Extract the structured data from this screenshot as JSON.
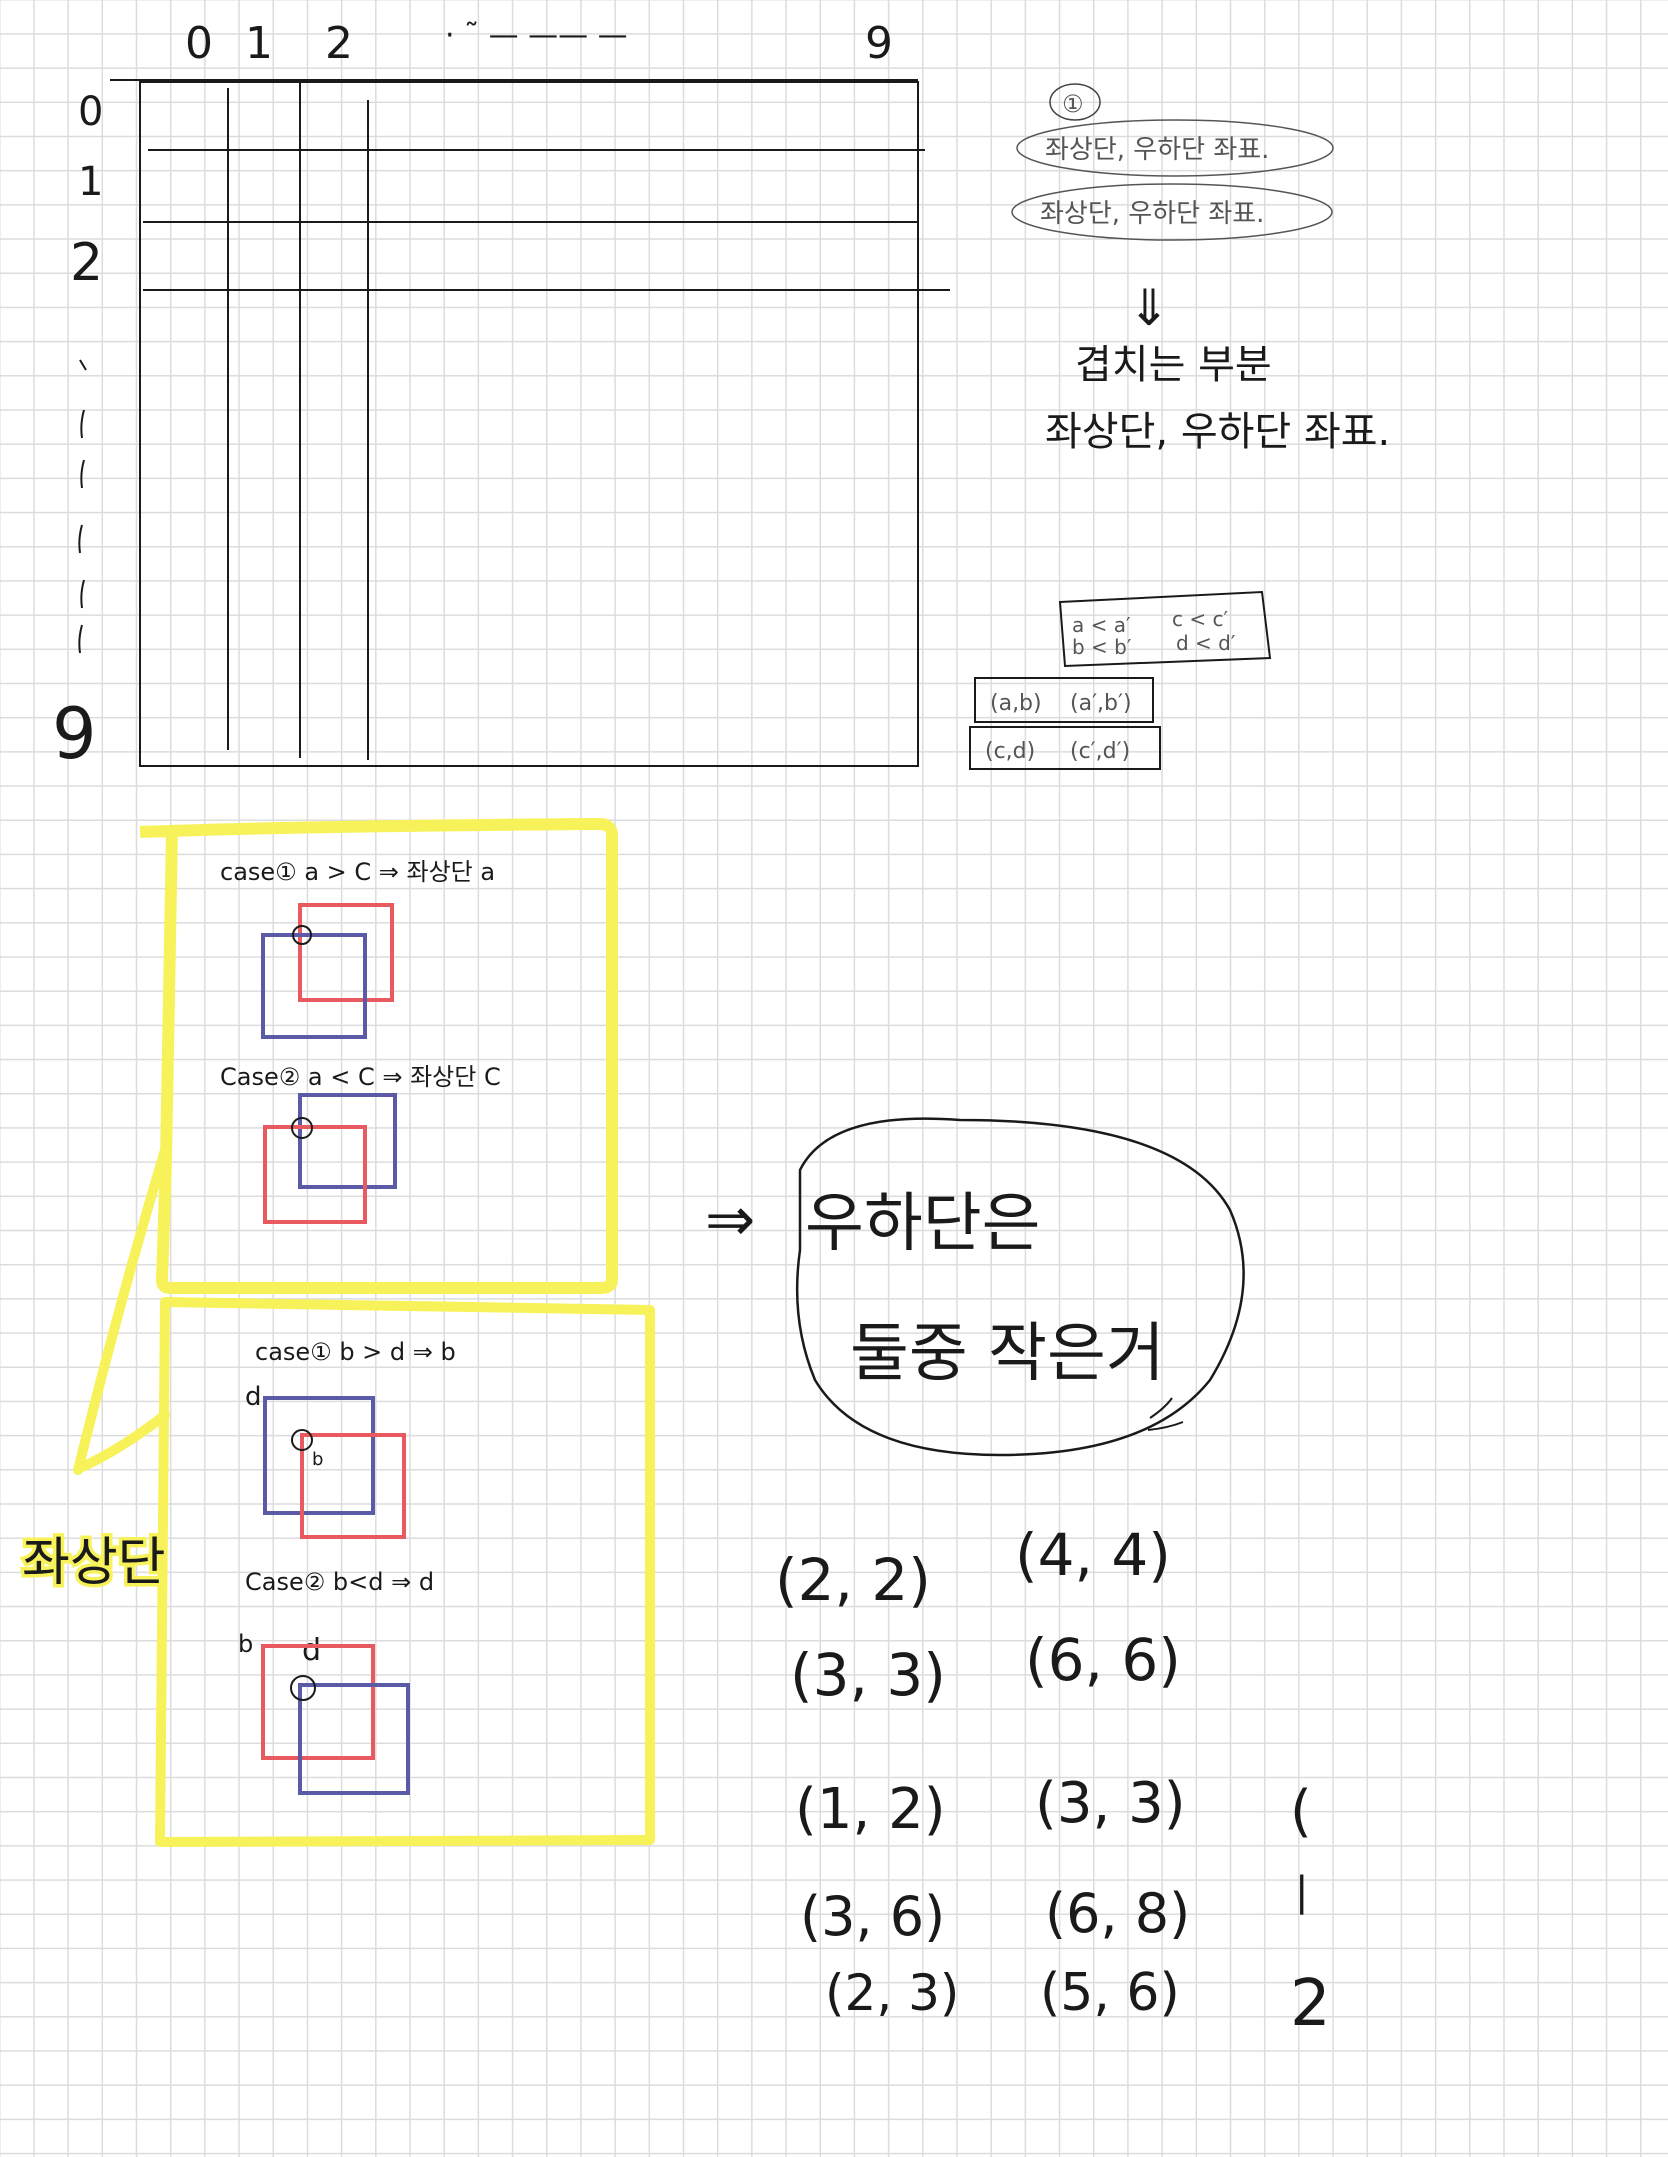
{
  "grid": {
    "col_labels": [
      "0",
      "1",
      "2",
      "9"
    ],
    "col_dots": "· ˜  — —— —",
    "row_labels": [
      "0",
      "1",
      "2",
      "9"
    ]
  },
  "notes": {
    "circled_one": "①",
    "line1": "좌상단, 우하단 좌표.",
    "line2": "좌상단, 우하단 좌표.",
    "arrow": "⇓",
    "result_line1": "겹치는 부분",
    "result_line2": "좌상단, 우하단 좌표."
  },
  "conditions": {
    "box_top": [
      "a < a′",
      "c < c′",
      "b < b′",
      "d < d′"
    ],
    "pair1": [
      "(a,b)",
      "(a′,b′)"
    ],
    "pair2": [
      "(c,d)",
      "(c′,d′)"
    ]
  },
  "cases_top": {
    "case1": "case① a > C  ⇒  좌상단 a",
    "case2": "Case② a < C  ⇒  좌상단 C"
  },
  "cases_bottom": {
    "case1": "case① b > d  ⇒ b",
    "case1_label_d": "d",
    "case1_label_b": "b",
    "case2": "Case② b<d ⇒ d",
    "case2_label_b": "b",
    "case2_label_d": "d"
  },
  "side_label": "좌상단",
  "bubble": {
    "arrow": "⇒",
    "line1": "우하단은",
    "line2": "둘중 작은거"
  },
  "examples": [
    [
      "(2, 2)",
      "(4, 4)",
      ""
    ],
    [
      "(3, 3)",
      "(6, 6)",
      ""
    ],
    [
      "(1, 2)",
      "(3, 3)",
      "("
    ],
    [
      "(3, 6)",
      "(6, 8)",
      "|"
    ],
    [
      "(2, 3)",
      "(5, 6)",
      "2"
    ]
  ],
  "colors": {
    "ink": "#1a1a1a",
    "highlight": "#f7f25a",
    "red": "#e85a5f",
    "blue": "#5b5aa6",
    "grid": "#dcdcdc"
  }
}
